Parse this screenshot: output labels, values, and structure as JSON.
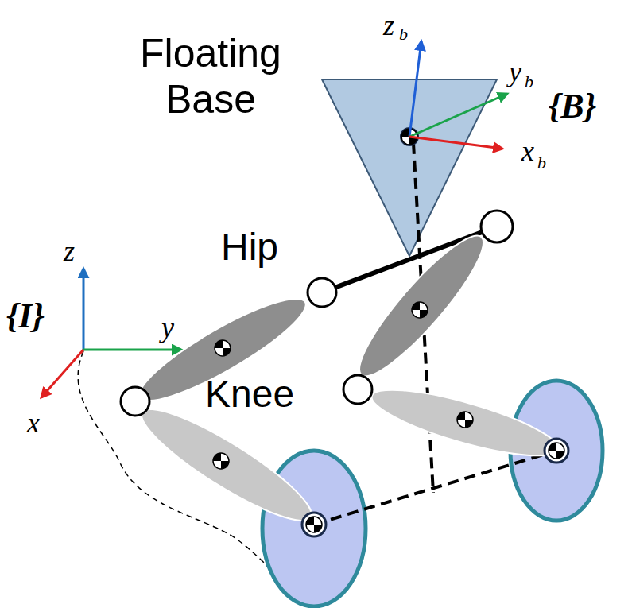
{
  "diagram": {
    "labels": [
      "Floating Base",
      "Hip",
      "Knee",
      "z",
      "b",
      "y",
      "b",
      "x",
      "b",
      "{B}",
      "{I}",
      "z",
      "y",
      "x"
    ]
  }
}
